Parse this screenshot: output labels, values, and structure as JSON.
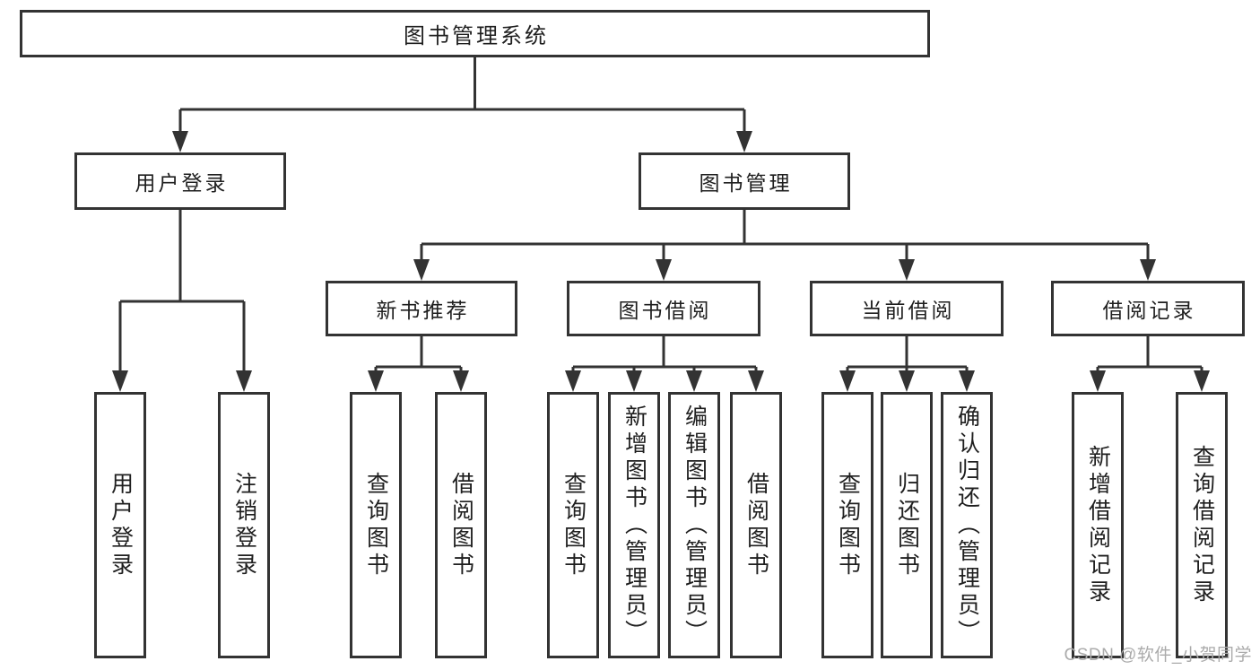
{
  "diagram": {
    "root": "图书管理系统",
    "level2": [
      "用户登录",
      "图书管理"
    ],
    "level3": [
      "新书推荐",
      "图书借阅",
      "当前借阅",
      "借阅记录"
    ],
    "leaves": {
      "user_login": [
        "用户登录",
        "注销登录"
      ],
      "new_books": [
        "查询图书",
        "借阅图书"
      ],
      "book_borrow": [
        "查询图书",
        "新增图书（管理员）",
        "编辑图书（管理员）",
        "借阅图书"
      ],
      "current_borrow": [
        "查询图书",
        "归还图书",
        "确认归还（管理员）"
      ],
      "borrow_records": [
        "新增借阅记录",
        "查询借阅记录"
      ]
    }
  },
  "watermark": "CSDN @软件_小贺同学",
  "colors": {
    "line": "#333333",
    "box_border": "#333333",
    "text": "#1f1f1f",
    "watermark": "#ababab",
    "background": "#ffffff"
  }
}
